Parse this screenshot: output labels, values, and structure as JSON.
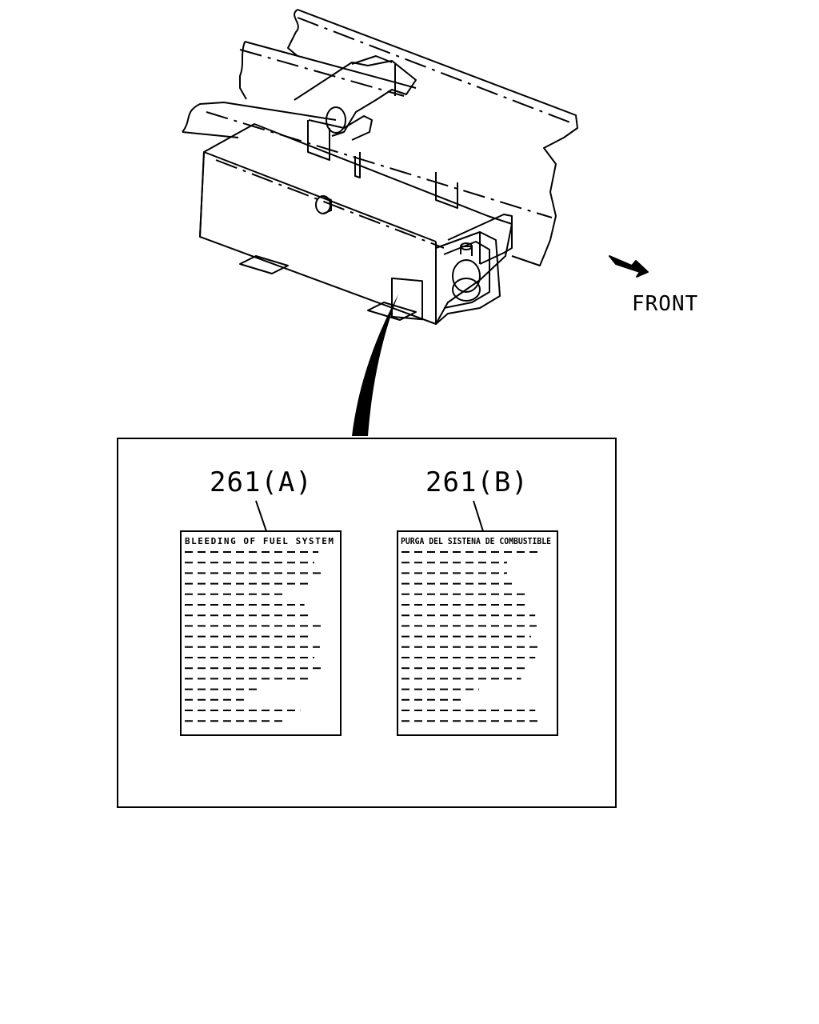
{
  "direction_label": "FRONT",
  "labels": [
    {
      "part": "261(A)",
      "title": "BLEEDING OF FUEL SYSTEM",
      "text_rows": [
        0.95,
        0.92,
        0.97,
        0.88,
        0.72,
        0.85,
        0.9,
        0.97,
        0.9,
        0.96,
        0.92,
        0.97,
        0.9,
        0.52,
        0.42,
        0.82,
        0.72
      ]
    },
    {
      "part": "261(B)",
      "title": "PURGA DEL SISTENA DE COMBUSTIBLE",
      "text_rows": [
        0.97,
        0.75,
        0.75,
        0.8,
        0.88,
        0.9,
        0.95,
        0.96,
        0.92,
        0.97,
        0.95,
        0.9,
        0.85,
        0.55,
        0.45,
        0.95,
        0.97
      ]
    }
  ]
}
